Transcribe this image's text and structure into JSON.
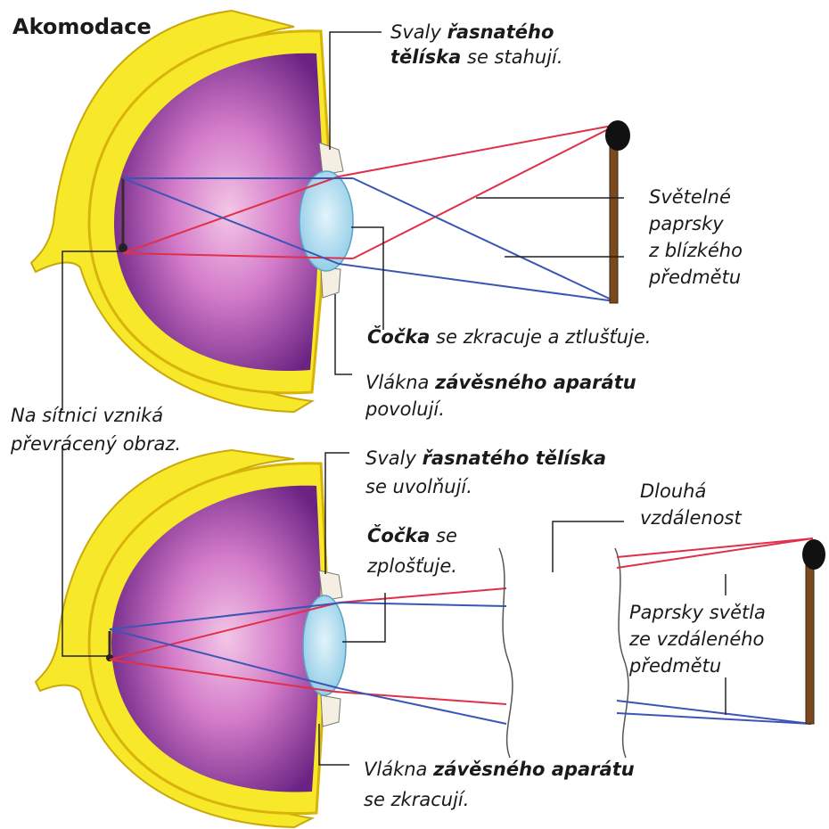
{
  "title": "Akomodace",
  "top": {
    "muscles": {
      "pre": "Svaly ",
      "bold": "řasnatého",
      "bold2": "tělíska",
      "post": " se stahují."
    },
    "rays": {
      "line1": "Světelné",
      "line2": "paprsky",
      "line3": "z blízkého",
      "line4": "předmětu"
    },
    "lens": {
      "bold": "Čočka",
      "post": " se zkracuje a ztlušťuje."
    },
    "fibers": {
      "pre": "Vlákna ",
      "bold": "závěsného aparátu",
      "line2": "povolují."
    }
  },
  "retina": {
    "line1": "Na sítnici vzniká",
    "line2": "převrácený obraz."
  },
  "bottom": {
    "muscles": {
      "pre": "Svaly ",
      "bold": "řasnatého tělíska",
      "line2": "se uvolňují."
    },
    "lens": {
      "bold": "Čočka",
      "post": " se",
      "line2": "zplošťuje."
    },
    "distance": {
      "line1": "Dlouhá",
      "line2": "vzdálenost"
    },
    "rays": {
      "line1": "Paprsky světla",
      "line2": "ze vzdáleného",
      "line3": "předmětu"
    },
    "fibers": {
      "pre": "Vlákna ",
      "bold": "závěsného aparátu",
      "line2": "se zkracují."
    }
  },
  "colors": {
    "sclera": "#f7e82a",
    "eyeball": "#9c3c9a",
    "lens": "#a9d9ee",
    "ray_red": "#e0304a",
    "ray_blue": "#3b55b5",
    "match": "#7a4a1e"
  }
}
